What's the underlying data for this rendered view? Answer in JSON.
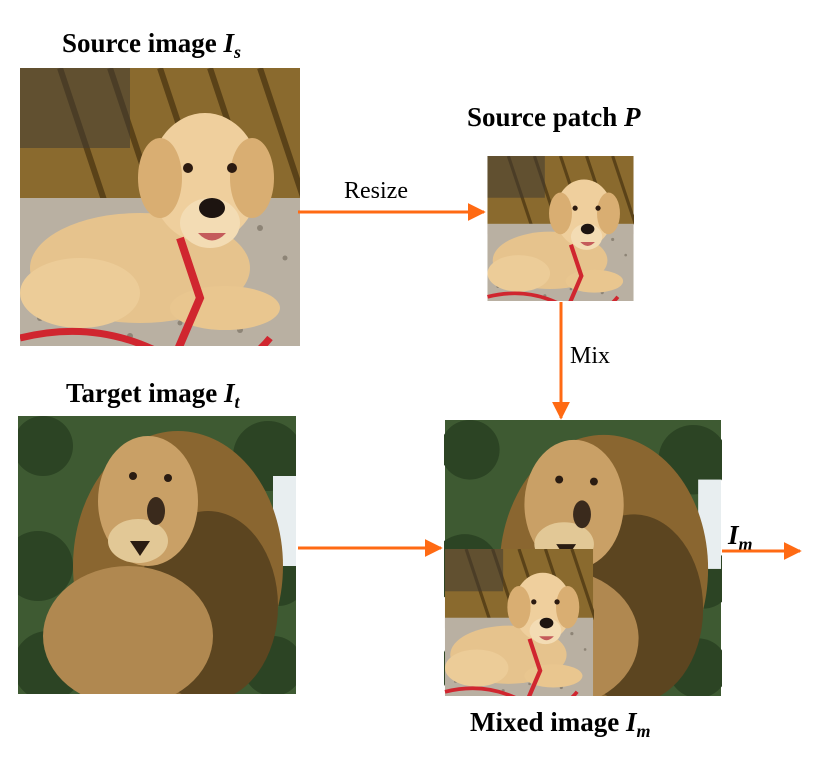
{
  "colors": {
    "arrow": "#ff6a13",
    "text": "#000000"
  },
  "titles": {
    "source": {
      "text": "Source image ",
      "symbol": "I",
      "subscript": "s"
    },
    "patch": {
      "text": "Source patch ",
      "symbol": "P"
    },
    "target": {
      "text": "Target image ",
      "symbol": "I",
      "subscript": "t"
    },
    "mixed": {
      "text": "Mixed image ",
      "symbol": "I",
      "subscript": "m"
    },
    "output": {
      "symbol": "I",
      "subscript": "m"
    }
  },
  "edge_labels": {
    "resize": "Resize",
    "mix": "Mix"
  },
  "images": {
    "source": "photo of a golden retriever lying on gravel",
    "patch": "resized dog photo",
    "target": "photo of a lion",
    "mixed": "lion photo with dog patch pasted bottom-left"
  }
}
